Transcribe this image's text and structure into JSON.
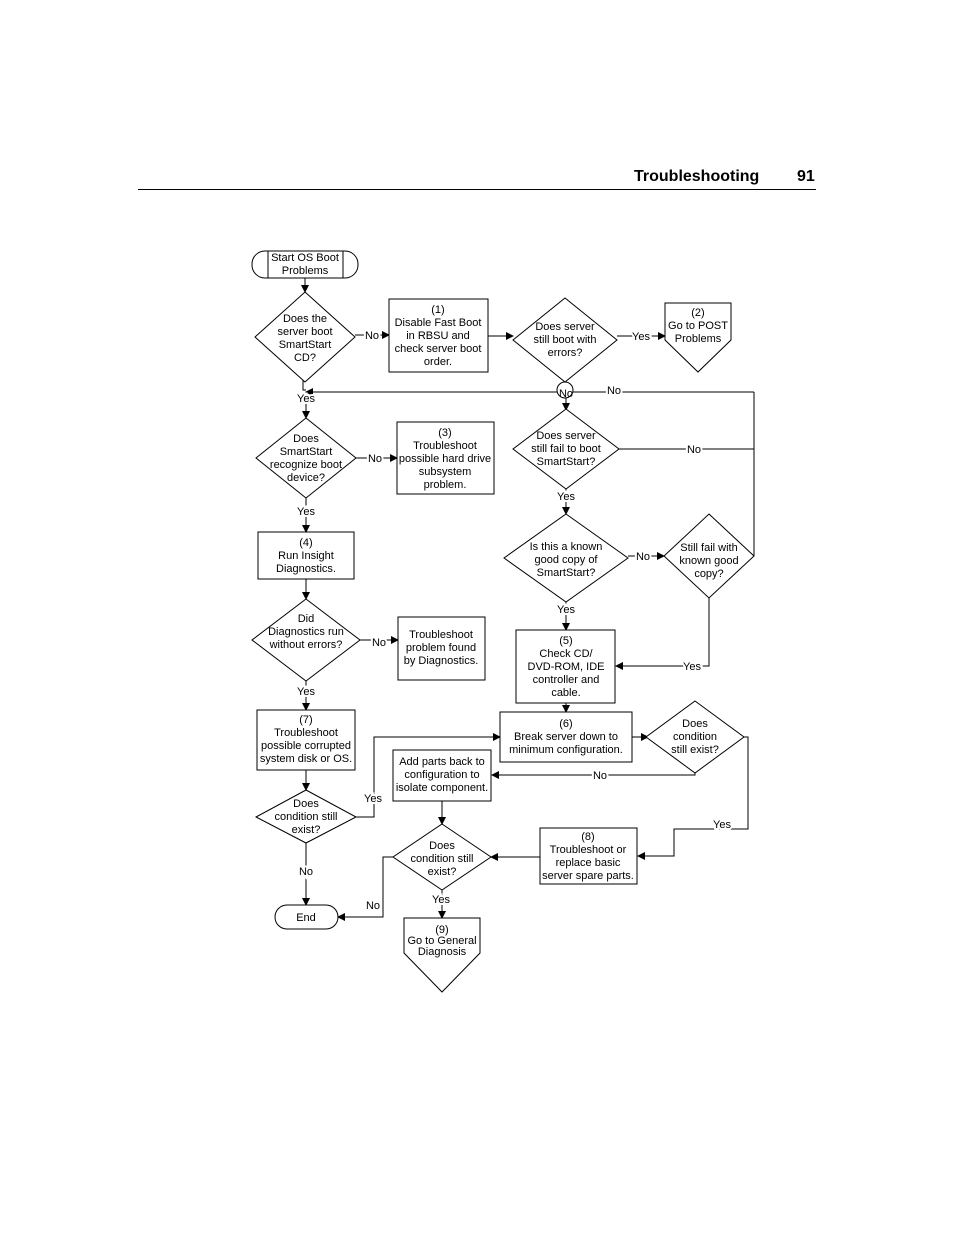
{
  "header": {
    "title": "Troubleshooting",
    "page_number": "91"
  },
  "nodes": {
    "start": [
      "Start OS Boot",
      "Problems"
    ],
    "q_boot_cd": [
      "Does the",
      "server boot",
      "SmartStart",
      "CD?"
    ],
    "step1": [
      "(1)",
      "Disable Fast Boot",
      "in RBSU and",
      "check server boot",
      "order."
    ],
    "q_boot_errors": [
      "Does server",
      "still boot with",
      "errors?"
    ],
    "step2": [
      "(2)",
      "Go to POST",
      "Problems"
    ],
    "q_recognize": [
      "Does",
      "SmartStart",
      "recognize boot",
      "device?"
    ],
    "step3": [
      "(3)",
      "Troubleshoot",
      "possible hard drive",
      "subsystem",
      "problem."
    ],
    "q_fail_boot": [
      "Does server",
      "still fail to boot",
      "SmartStart?"
    ],
    "q_known_good": [
      "Is this a known",
      "good copy of",
      "SmartStart?"
    ],
    "q_still_fail": [
      "Still fail with",
      "known good",
      "copy?"
    ],
    "step5": [
      "(5)",
      "Check CD/",
      "DVD-ROM, IDE",
      "controller and",
      "cable."
    ],
    "step4": [
      "(4)",
      "Run Insight",
      "Diagnostics."
    ],
    "q_diag": [
      "Did",
      "Diagnostics run",
      "without errors?"
    ],
    "diag_problem": [
      "Troubleshoot",
      "problem found",
      "by Diagnostics."
    ],
    "step7": [
      "(7)",
      "Troubleshoot",
      "possible corrupted",
      "system disk or OS."
    ],
    "q_cond1": [
      "Does",
      "condition still",
      "exist?"
    ],
    "step6": [
      "(6)",
      "Break server down to",
      "minimum configuration."
    ],
    "q_cond2": [
      "Does",
      "condition",
      "still exist?"
    ],
    "add_parts": [
      "Add parts back to",
      "configuration to",
      "isolate component."
    ],
    "q_cond3": [
      "Does",
      "condition still",
      "exist?"
    ],
    "step8": [
      "(8)",
      "Troubleshoot or",
      "replace basic",
      "server spare parts."
    ],
    "end": [
      "End"
    ],
    "step9": [
      "(9)",
      "Go to General",
      "Diagnosis"
    ]
  },
  "edge_labels": {
    "yes": "Yes",
    "no": "No"
  }
}
